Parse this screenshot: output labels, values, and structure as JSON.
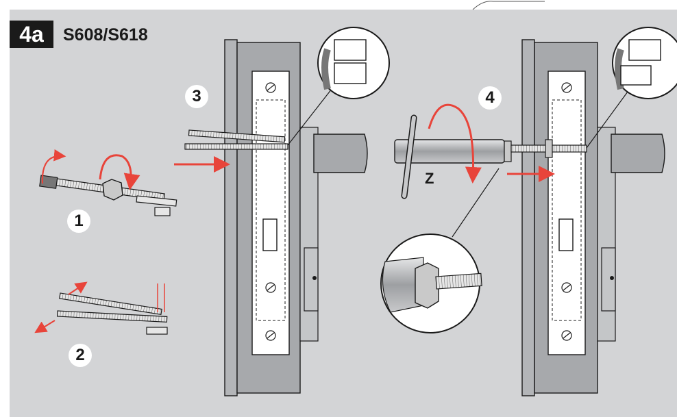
{
  "header": {
    "step_badge": "4a",
    "model_title": "S608/S618"
  },
  "steps": {
    "step1": "1",
    "step2": "2",
    "step3": "3",
    "step4": "4"
  },
  "labels": {
    "tool_label": "Z"
  },
  "colors": {
    "panel": "#d3d4d6",
    "arrow_red": "#e8443a",
    "line": "#1a1a1a",
    "metal": "#a7a9ac",
    "white": "#ffffff"
  },
  "icons": [
    "rotate-arrow-icon",
    "push-arrow-icon",
    "screw-icon",
    "detail-magnifier-icon"
  ]
}
